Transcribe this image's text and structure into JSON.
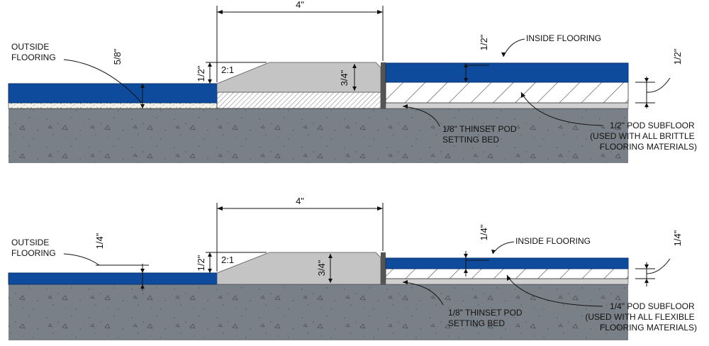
{
  "colors": {
    "concrete": "#7a8088",
    "flooring": "#0e4b9c",
    "ramp": "#c4c4c4",
    "line": "#111111",
    "background": "#ffffff"
  },
  "top": {
    "width_dim": "4\"",
    "outside_flooring": [
      "OUTSIDE",
      "FLOORING"
    ],
    "outside_thickness": "5/8\"",
    "rise": "1/2\"",
    "slope": "2:1",
    "ramp_height": "3/4\"",
    "inside_flooring": "INSIDE FLOORING",
    "inside_thickness": "1/2\"",
    "subfloor_thickness": "1/2\"",
    "thinset": [
      "1/8\" THINSET POD",
      "SETTING BED"
    ],
    "subfloor": [
      "1/2\" POD SUBFLOOR",
      "(USED WITH ALL BRITTLE",
      "FLOORING MATERIALS)"
    ]
  },
  "bottom": {
    "width_dim": "4\"",
    "outside_flooring": [
      "OUTSIDE",
      "FLOORING"
    ],
    "outside_thickness": "1/4\"",
    "rise": "1/2\"",
    "slope": "2:1",
    "ramp_height": "3/4\"",
    "inside_flooring": "INSIDE FLOORING",
    "inside_thickness": "1/4\"",
    "subfloor_thickness": "1/4\"",
    "thinset": [
      "1/8\" THINSET POD",
      "SETTING BED"
    ],
    "subfloor": [
      "1/4\" POD SUBFLOOR",
      "(USED WITH ALL FLEXIBLE",
      "FLOORING MATERIALS)"
    ]
  }
}
